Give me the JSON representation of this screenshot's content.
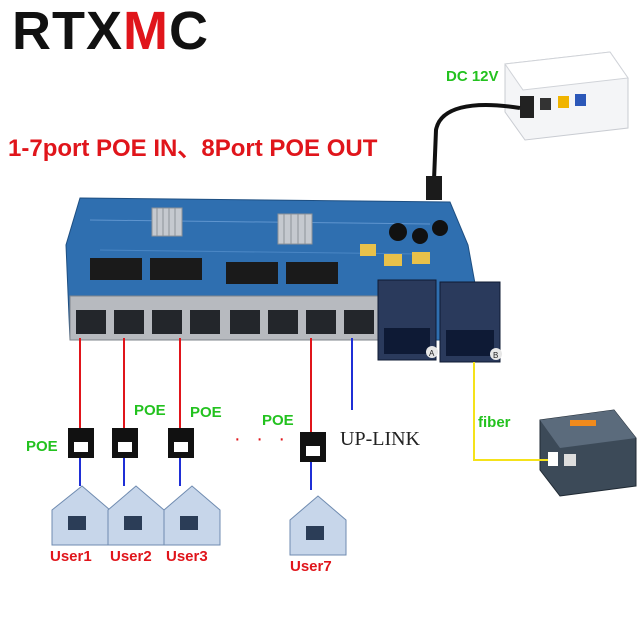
{
  "brand": {
    "prefix": "RTX",
    "accent": "M",
    "suffix": "C"
  },
  "headline": "1-7port POE IN、8Port POE OUT",
  "power_label": "DC 12V",
  "fiber_label": "fiber",
  "uplink_label": "UP-LINK",
  "ellipsis": "· · ·",
  "poe_injectors": [
    {
      "label": "POE",
      "user": "User1"
    },
    {
      "label": "POE",
      "user": "User2"
    },
    {
      "label": "POE",
      "user": "User3"
    },
    {
      "label": "POE",
      "user": "User7"
    }
  ],
  "fiber_ports": [
    "A",
    "B"
  ],
  "colors": {
    "poe_line": "#e0151b",
    "uplink_line": "#1f2fd6",
    "fiber_line": "#f5e21a",
    "accent_text": "#e0151b",
    "poe_text": "#23c21f",
    "pcb": "#2f6fb0"
  }
}
